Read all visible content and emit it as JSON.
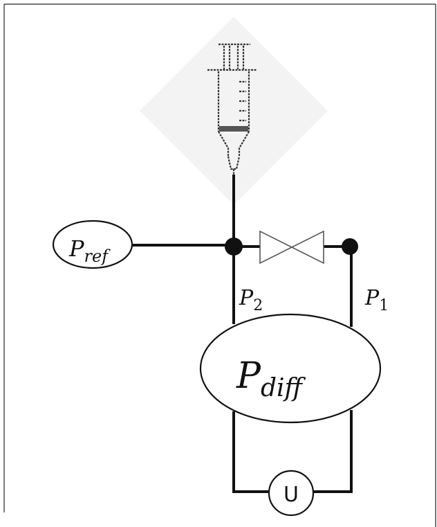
{
  "labels": {
    "reference_sensor": {
      "base": "P",
      "sub": "ref"
    },
    "differential_sensor": {
      "base": "P",
      "sub": "diff"
    },
    "port_2": {
      "base": "P",
      "sub": "2"
    },
    "port_1": {
      "base": "P",
      "sub": "1"
    },
    "voltage_meter": "U"
  },
  "colors": {
    "line": "#111111",
    "valve_outline": "#555555",
    "syringe_backdrop": "#f3f3f3"
  },
  "icons": [
    "syringe-icon",
    "valve-icon",
    "junction-dot-icon"
  ]
}
